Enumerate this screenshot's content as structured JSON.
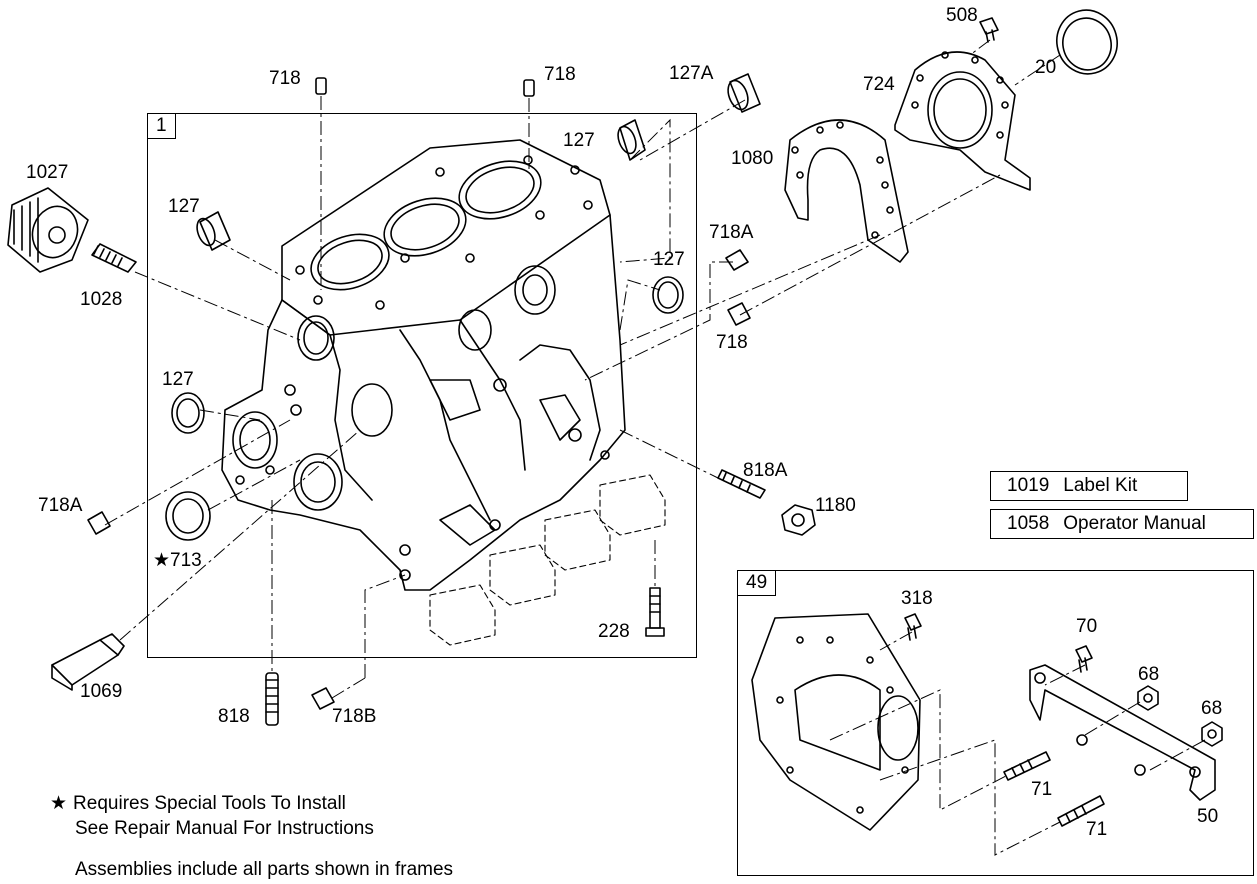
{
  "frames": {
    "main_number": "1",
    "kit_number": "49"
  },
  "legend": [
    {
      "num": "1019",
      "desc": "Label Kit"
    },
    {
      "num": "1058",
      "desc": "Operator Manual"
    }
  ],
  "notes": {
    "star_symbol": "★",
    "line1": "Requires Special Tools To Install",
    "line2": "See Repair Manual For Instructions",
    "line3": "Assemblies include all parts shown in frames"
  },
  "callouts": {
    "c508": "508",
    "c20": "20",
    "c724": "724",
    "c127A": "127A",
    "c718_top_left": "718",
    "c718_top_right": "718",
    "c1027": "1027",
    "c1028": "1028",
    "c127_top": "127",
    "c127_left": "127",
    "c127_right": "127",
    "c127_lower": "127",
    "c1080": "1080",
    "c718A_right": "718A",
    "c718_right": "718",
    "c718A_left": "718A",
    "c713": "713",
    "c818A": "818A",
    "c1180": "1180",
    "c228": "228",
    "c1069": "1069",
    "c818": "818",
    "c718B": "718B",
    "c318": "318",
    "c70": "70",
    "c68_a": "68",
    "c68_b": "68",
    "c71_a": "71",
    "c71_b": "71",
    "c50": "50"
  }
}
